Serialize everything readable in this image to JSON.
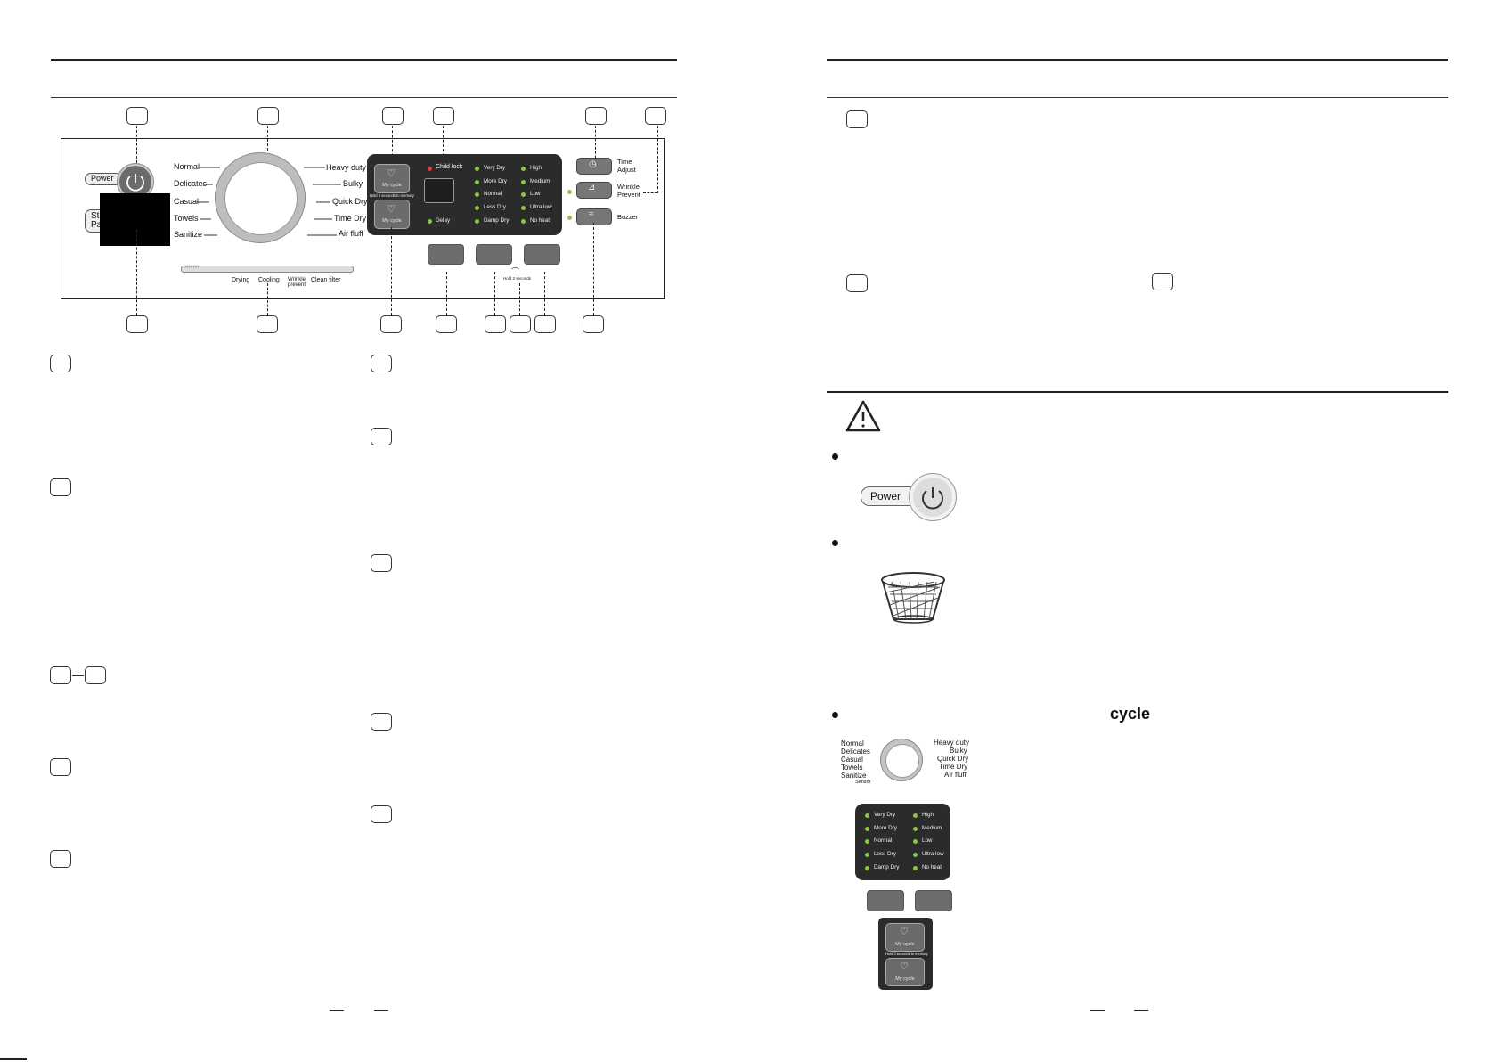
{
  "control_panel": {
    "power_label": "Power",
    "start_pause_partial": [
      "St",
      "Pa"
    ],
    "cycle_left": [
      "Normal",
      "Delicates",
      "Casual",
      "Towels",
      "Sanitize"
    ],
    "cycle_right": [
      "Heavy duty",
      "Bulky",
      "Quick Dry",
      "Time Dry",
      "Air fluff"
    ],
    "progress_labels": [
      "Drying",
      "Cooling",
      "Wrinkle prevent",
      "Clean filter"
    ],
    "my_cycle_label": "My cycle",
    "my_cycle_hint": "Hold 3 seconds to memory",
    "child_lock": "Child lock",
    "delay": "Delay",
    "dry_levels": [
      "Very Dry",
      "More Dry",
      "Normal",
      "Less Dry",
      "Damp Dry"
    ],
    "temps": [
      "High",
      "Medium",
      "Low",
      "Ultra low",
      "No heat"
    ],
    "hold_hint": "Hold 3 seconds",
    "time_adjust": "Time Adjust",
    "wrinkle_prevent": "Wrinkle Prevent",
    "buzzer": "Buzzer"
  },
  "right_page": {
    "power_button_label": "Power",
    "cycle_heading": "cycle",
    "cycle_left": [
      "Normal",
      "Delicates",
      "Casual",
      "Towels",
      "Sanitize"
    ],
    "cycle_right": [
      "Heavy duty",
      "Bulky",
      "Quick Dry",
      "Time Dry",
      "Air fluff"
    ],
    "sensor_label": "Sensor",
    "dry_levels": [
      "Very Dry",
      "More Dry",
      "Normal",
      "Less Dry",
      "Damp Dry"
    ],
    "temps": [
      "High",
      "Medium",
      "Low",
      "Ultra low",
      "No heat"
    ],
    "my_cycle_label": "My cycle",
    "my_cycle_hint": "Hold 3 seconds to memory"
  },
  "colors": {
    "led_green": "#8cc63f",
    "led_red": "#e53935",
    "panel_dark": "#2b2b2b"
  }
}
